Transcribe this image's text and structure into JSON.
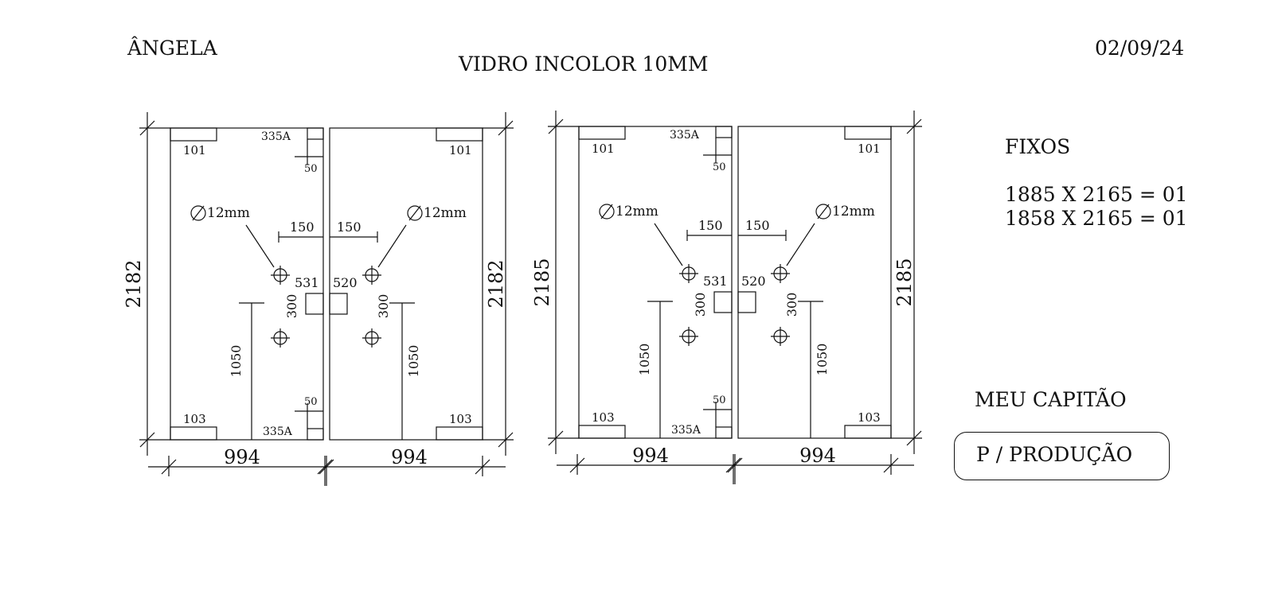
{
  "header": {
    "client": "ÂNGELA",
    "material": "VIDRO INCOLOR 10MM",
    "date": "02/09/24"
  },
  "notes": {
    "fixos_title": "FIXOS",
    "lines": [
      "1885 X 2165 = 01",
      "1858 X 2165 = 01"
    ]
  },
  "footer": {
    "label": "MEU CAPITÃO",
    "badge": "P / PRODUÇÃO"
  },
  "sets": [
    {
      "overall_height": "2182",
      "left_panel": {
        "width": "994",
        "height": "2182",
        "top_notch": "101",
        "bottom_notch": "103",
        "hinge_top": "335A",
        "hinge_bottom": "335A",
        "hinge_offset": "50",
        "hole_diameter": "Ø12mm",
        "hole_edge": "150",
        "hole_spacing": "300",
        "handle_height": "1050",
        "lock_notch": "531"
      },
      "right_panel": {
        "width": "994",
        "top_notch": "101",
        "bottom_notch": "103",
        "hole_diameter": "Ø12mm",
        "hole_edge": "150",
        "hole_spacing": "300",
        "handle_height": "1050",
        "lock_notch": "520"
      }
    },
    {
      "overall_height": "2185",
      "left_panel": {
        "width": "994",
        "height": "2185",
        "top_notch": "101",
        "bottom_notch": "103",
        "hinge_top": "335A",
        "hinge_bottom": "335A",
        "hinge_offset": "50",
        "hole_diameter": "Ø12mm",
        "hole_edge": "150",
        "hole_spacing": "300",
        "handle_height": "1050",
        "lock_notch": "531"
      },
      "right_panel": {
        "width": "994",
        "top_notch": "101",
        "bottom_notch": "103",
        "hole_diameter": "Ø12mm",
        "hole_edge": "150",
        "hole_spacing": "300",
        "handle_height": "1050",
        "lock_notch": "520"
      }
    }
  ]
}
